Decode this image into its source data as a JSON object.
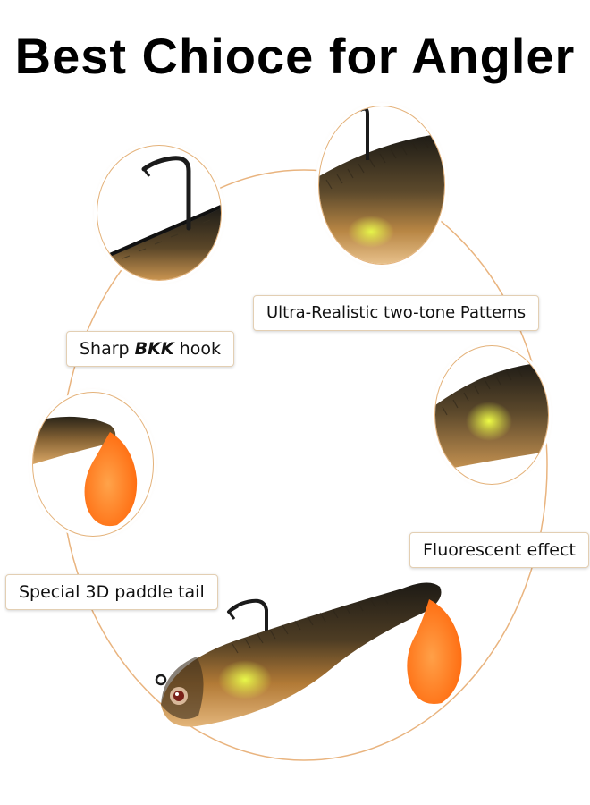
{
  "title": "Best Chioce for Angler",
  "labels": {
    "hook_pre": "Sharp ",
    "hook_brand": "BKK",
    "hook_post": " hook",
    "pattern": "Ultra-Realistic two-tone Pattems",
    "fluorescent": "Fluorescent effect",
    "tail": "Special 3D paddle tail"
  },
  "colors": {
    "ring": "#e9b47f",
    "lure_back": "#2a2418",
    "lure_belly": "#c8863a",
    "fluorescent": "#d8f03a",
    "tail": "#ff7a1a"
  }
}
